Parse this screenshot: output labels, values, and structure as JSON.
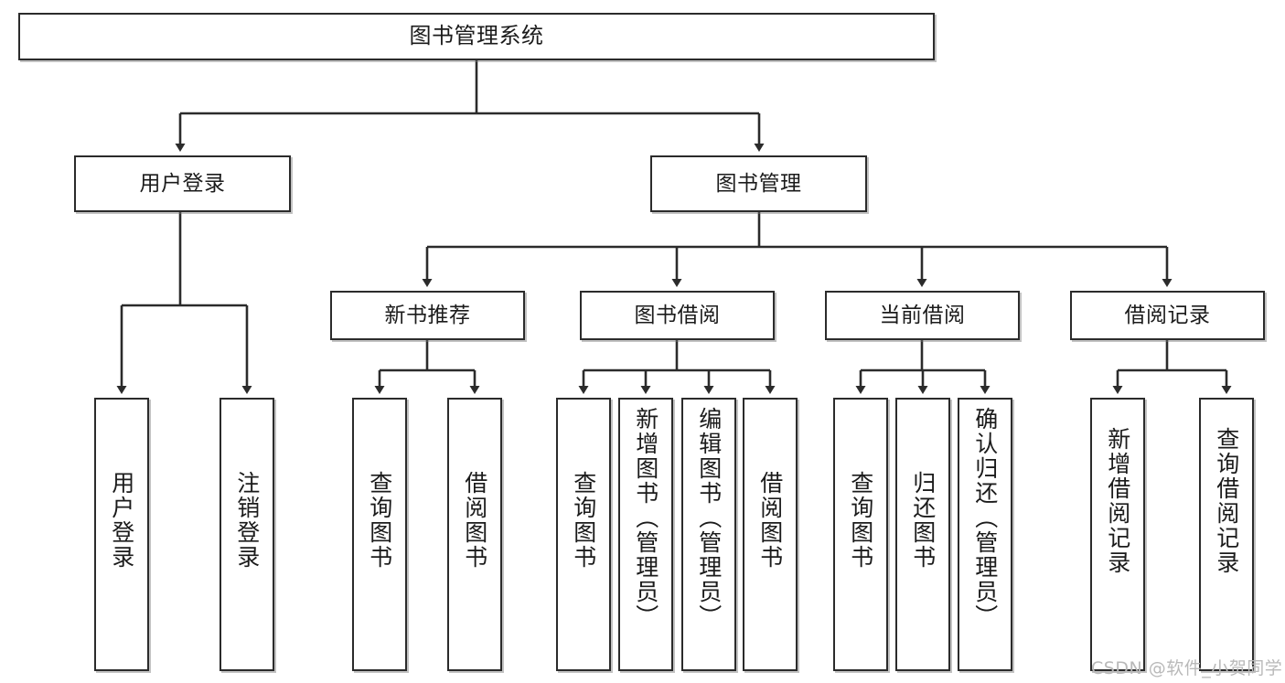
{
  "diagram": {
    "type": "tree",
    "title": "图书管理系统",
    "watermark": "CSDN @软件_小贺同学",
    "colors": {
      "border": "#2b2b2b",
      "background": "#ffffff",
      "text": "#1b1b1b",
      "watermark": "#b9b9b9"
    },
    "nodes": {
      "root": {
        "label": "图书管理系统"
      },
      "level2": [
        {
          "id": "user-login",
          "label": "用户登录"
        },
        {
          "id": "book-manage",
          "label": "图书管理"
        }
      ],
      "level3": [
        {
          "id": "new-book-recommend",
          "label": "新书推荐"
        },
        {
          "id": "book-borrow",
          "label": "图书借阅"
        },
        {
          "id": "current-borrow",
          "label": "当前借阅"
        },
        {
          "id": "borrow-record",
          "label": "借阅记录"
        }
      ],
      "leaves": [
        {
          "id": "leaf-user-login",
          "label": "用户登录",
          "parent": "user-login"
        },
        {
          "id": "leaf-logout-login",
          "label": "注销登录",
          "parent": "user-login"
        },
        {
          "id": "leaf-query-book-1",
          "label": "查询图书",
          "parent": "new-book-recommend"
        },
        {
          "id": "leaf-borrow-book-1",
          "label": "借阅图书",
          "parent": "new-book-recommend"
        },
        {
          "id": "leaf-query-book-2",
          "label": "查询图书",
          "parent": "book-borrow"
        },
        {
          "id": "leaf-add-book",
          "label": "新增图书（管理员）",
          "parent": "book-borrow"
        },
        {
          "id": "leaf-edit-book",
          "label": "编辑图书（管理员）",
          "parent": "book-borrow"
        },
        {
          "id": "leaf-borrow-book-2",
          "label": "借阅图书",
          "parent": "book-borrow"
        },
        {
          "id": "leaf-query-book-3",
          "label": "查询图书",
          "parent": "current-borrow"
        },
        {
          "id": "leaf-return-book",
          "label": "归还图书",
          "parent": "current-borrow"
        },
        {
          "id": "leaf-confirm-return",
          "label": "确认归还（管理员）",
          "parent": "current-borrow"
        },
        {
          "id": "leaf-add-record",
          "label": "新增借阅记录",
          "parent": "borrow-record"
        },
        {
          "id": "leaf-query-record",
          "label": "查询借阅记录",
          "parent": "borrow-record"
        }
      ]
    }
  }
}
